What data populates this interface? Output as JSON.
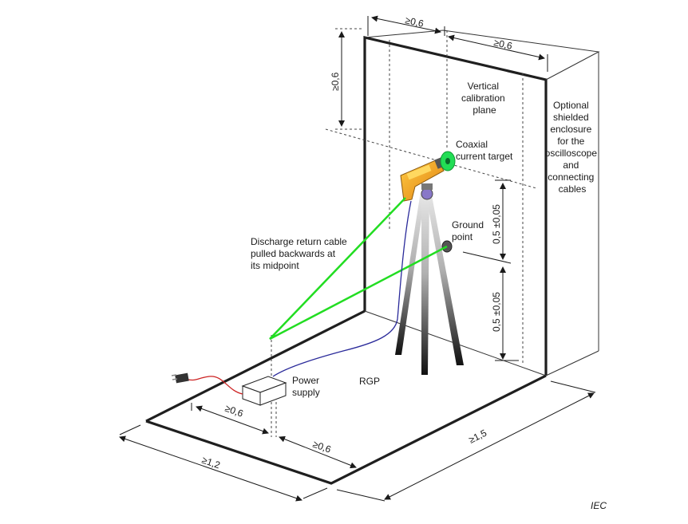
{
  "labels": {
    "vertical_plane": [
      "Vertical",
      "calibration",
      "plane"
    ],
    "enclosure": [
      "Optional",
      "shielded",
      "enclosure",
      "for the",
      "oscilloscope",
      "and",
      "connecting",
      "cables"
    ],
    "coaxial_target": [
      "Coaxial",
      "current target"
    ],
    "ground_point": [
      "Ground",
      "point"
    ],
    "discharge_cable": [
      "Discharge return cable",
      "pulled backwards at",
      "its midpoint"
    ],
    "power_supply": [
      "Power",
      "supply"
    ],
    "rgp": "RGP",
    "iec": "IEC"
  },
  "dimensions": {
    "top_left": "≥0,6",
    "top_right": "≥0,6",
    "left_vertical": "≥0,6",
    "upper_height": "0,5 ±0,05",
    "lower_height": "0,5 ±0,05",
    "floor_inner": "≥0,6",
    "floor_front": "≥0,6",
    "floor_width": "≥1,2",
    "floor_depth": "≥1,5"
  },
  "colors": {
    "return_cable": "#22dd22",
    "power_cable_blue": "#2a2a9a",
    "mains_cable_red": "#cc2222",
    "generator_body": "#f0a020",
    "target": "#22dd55"
  }
}
